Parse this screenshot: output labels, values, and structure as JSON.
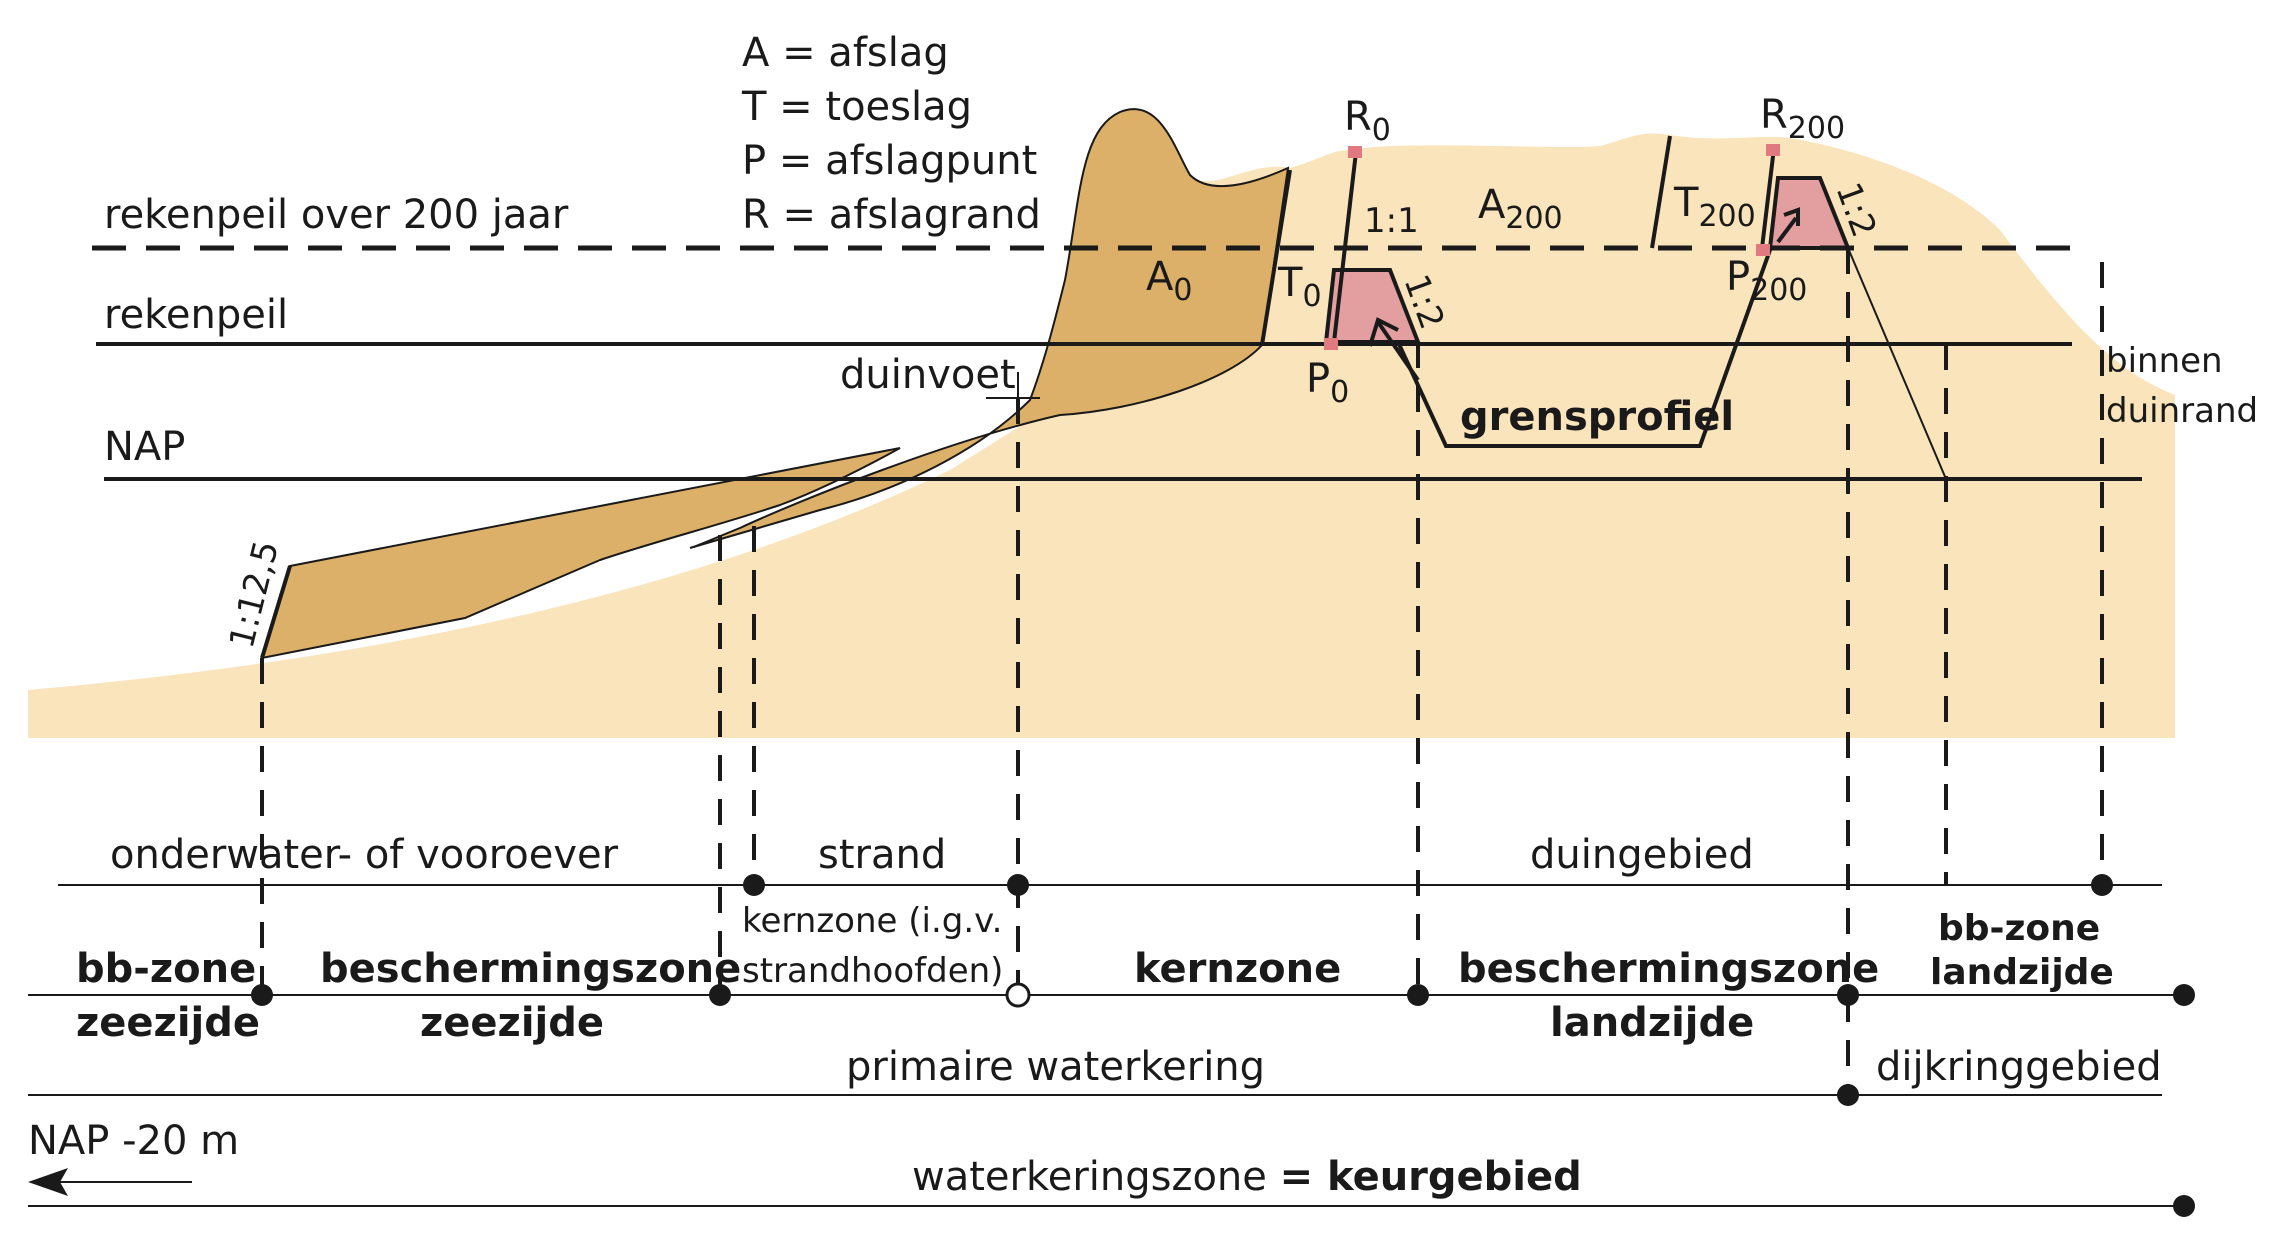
{
  "colors": {
    "sand": "#f9e4bb",
    "erosion": "#dcb068",
    "profile": "#e39ea0",
    "marker": "#e07a80",
    "line": "#1a1a1a"
  },
  "legend": {
    "a": "A = afslag",
    "t": "T = toeslag",
    "p": "P = afslagpunt",
    "r": "R = afslagrand"
  },
  "levels": {
    "rekenpeil_200": "rekenpeil over 200 jaar",
    "rekenpeil": "rekenpeil",
    "nap": "NAP"
  },
  "points": {
    "r": "R",
    "r0_sub": "0",
    "r200_sub": "200",
    "a": "A",
    "a0_sub": "0",
    "a200_sub": "200",
    "t": "T",
    "t0_sub": "0",
    "t200_sub": "200",
    "p": "P",
    "p0_sub": "0",
    "p200_sub": "200"
  },
  "slopes": {
    "s11": "1:1",
    "s12": "1:2",
    "s12b": "1:2",
    "s1125": "1:12,5"
  },
  "labels": {
    "duinvoet": "duinvoet",
    "grensprofiel": "grensprofiel",
    "binnen_duinrand_1": "binnen",
    "binnen_duinrand_2": "duinrand"
  },
  "zones_row1": {
    "onderwater": "onderwater- of vooroever",
    "strand": "strand",
    "duingebied": "duingebied"
  },
  "zones_row2": {
    "bb_zee_1": "bb-zone",
    "bb_zee_2": "zeezijde",
    "besch_zee_1": "beschermingszone",
    "besch_zee_2": "zeezijde",
    "kernzone_small_1": "kernzone (i.g.v.",
    "kernzone_small_2": "strandhoofden)",
    "kernzone": "kernzone",
    "besch_land_1": "beschermingszone",
    "besch_land_2": "landzijde",
    "bb_land_1": "bb-zone",
    "bb_land_2": "landzijde"
  },
  "zones_row3": {
    "primaire": "primaire waterkering",
    "dijkring": "dijkringgebied"
  },
  "bottom": {
    "nap20": "NAP -20 m",
    "waterkeringszone": "waterkeringszone ",
    "equals_keur": "= keurgebied"
  }
}
